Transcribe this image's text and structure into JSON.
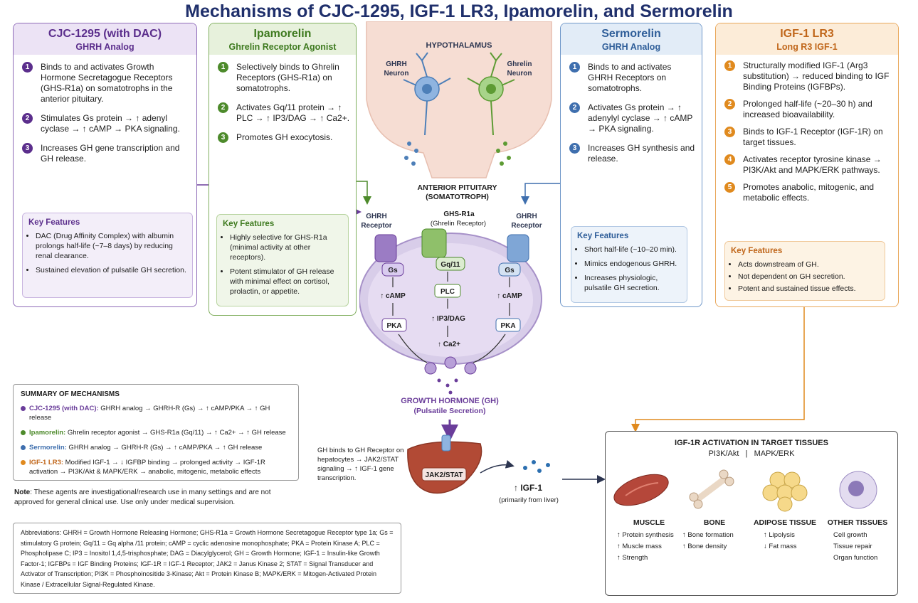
{
  "title": "Mechanisms of CJC-1295, IGF-1 LR3, Ipamorelin, and Sermorelin",
  "colors": {
    "cjc": "#6a3d9a",
    "ipa": "#4d8a2b",
    "ser": "#3f6fae",
    "igf": "#e08a1e"
  },
  "cjc": {
    "title": "CJC-1295 (with DAC)",
    "subtitle": "GHRH Analog",
    "steps": [
      {
        "n": "1",
        "text": "Binds to and activates Growth Hormone Secretagogue Receptors (GHS-R1a) on somatotrophs in the anterior pituitary."
      },
      {
        "n": "2",
        "text": "Stimulates Gs protein → ↑ adenyl cyclase → ↑ cAMP → PKA signaling."
      },
      {
        "n": "3",
        "text": "Increases GH gene transcription and GH release."
      }
    ],
    "key_title": "Key Features",
    "key": [
      "DAC (Drug Affinity Complex) with albumin prolongs half-life (~7–8 days) by reducing renal clearance.",
      "Sustained elevation of pulsatile GH secretion."
    ]
  },
  "ipa": {
    "title": "Ipamorelin",
    "subtitle": "Ghrelin Receptor Agonist",
    "steps": [
      {
        "n": "1",
        "text": "Selectively binds to Ghrelin Receptors (GHS-R1a) on somatotrophs."
      },
      {
        "n": "2",
        "text": "Activates Gq/11 protein → ↑ PLC → ↑ IP3/DAG → ↑ Ca2+."
      },
      {
        "n": "3",
        "text": "Promotes GH exocytosis."
      }
    ],
    "key_title": "Key Features",
    "key": [
      "Highly selective for GHS-R1a (minimal activity at other receptors).",
      "Potent stimulator of GH release with minimal effect on cortisol, prolactin, or appetite."
    ]
  },
  "ser": {
    "title": "Sermorelin",
    "subtitle": "GHRH Analog",
    "steps": [
      {
        "n": "1",
        "text": "Binds to and activates GHRH Receptors on somatotrophs."
      },
      {
        "n": "2",
        "text": "Activates Gs protein → ↑ adenylyl cyclase → ↑ cAMP → PKA signaling."
      },
      {
        "n": "3",
        "text": "Increases GH synthesis and release."
      }
    ],
    "key_title": "Key Features",
    "key": [
      "Short half-life (~10–20 min).",
      "Mimics endogenous GHRH.",
      "Increases physiologic, pulsatile GH secretion."
    ]
  },
  "igf": {
    "title": "IGF-1 LR3",
    "subtitle": "Long R3 IGF-1",
    "steps": [
      {
        "n": "1",
        "text": "Structurally modified IGF-1 (Arg3 substitution) → reduced binding to IGF Binding Proteins (IGFBPs)."
      },
      {
        "n": "2",
        "text": "Prolonged half-life (~20–30 h) and increased bioavailability."
      },
      {
        "n": "3",
        "text": "Binds to IGF-1 Receptor (IGF-1R) on target tissues."
      },
      {
        "n": "4",
        "text": "Activates receptor tyrosine kinase → PI3K/Akt and MAPK/ERK pathways."
      },
      {
        "n": "5",
        "text": "Promotes anabolic, mitogenic, and metabolic effects."
      }
    ],
    "key_title": "Key Features",
    "key": [
      "Acts downstream of GH.",
      "Not dependent on GH secretion.",
      "Potent and sustained tissue effects."
    ]
  },
  "center": {
    "hypothalamus": "HYPOTHALAMUS",
    "ghrh_neuron": "GHRH Neuron",
    "ghrelin_neuron": "Ghrelin Neuron",
    "pituitary": "ANTERIOR PITUITARY (SOMATOTROPH)",
    "ghsr": "GHS-R1a",
    "ghsr_sub": "(Ghrelin Receptor)",
    "ghrh_receptor": "GHRH Receptor",
    "gs": "Gs",
    "gq": "Gq/11",
    "camp": "↑ cAMP",
    "pka": "PKA",
    "plc": "PLC",
    "ip3": "↑ IP3/DAG",
    "ca": "↑ Ca2+",
    "gh": "GROWTH HORMONE (GH)",
    "gh_sub": "(Pulsatile Secretion)"
  },
  "liver": {
    "note": "GH binds to GH Receptor on hepatocytes → JAK2/STAT signaling → ↑ IGF-1 gene transcription.",
    "jak": "JAK2/STAT",
    "igf1": "↑ IGF-1",
    "igf1_sub": "(primarily from liver)"
  },
  "summary": {
    "title": "SUMMARY OF MECHANISMS",
    "rows": [
      {
        "name": "CJC-1295 (with DAC):",
        "text": " GHRH analog → GHRH-R (Gs) → ↑ cAMP/PKA → ↑ GH release"
      },
      {
        "name": "Ipamorelin:",
        "text": " Ghrelin receptor agonist → GHS-R1a (Gq/11) → ↑ Ca2+ → ↑ GH release"
      },
      {
        "name": "Sermorelin:",
        "text": " GHRH analog → GHRH-R (Gs) → ↑ cAMP/PKA → ↑ GH release"
      },
      {
        "name": "IGF-1 LR3:",
        "text": " Modified IGF-1 → ↓ IGFBP binding → prolonged activity → IGF-1R activation → PI3K/Akt & MAPK/ERK → anabolic, mitogenic, metabolic effects"
      }
    ]
  },
  "note": {
    "label": "Note",
    "text": ": These agents are investigational/research use in many settings and are not approved for general clinical use. Use only under medical supervision."
  },
  "abbrev": "Abbreviations: GHRH = Growth Hormone Releasing Hormone; GHS-R1a = Growth Hormone Secretagogue Receptor type 1a; Gs = stimulatory G protein; Gq/11 = Gq alpha /11 protein; cAMP = cyclic adenosine monophosphate; PKA = Protein Kinase A; PLC = Phospholipase C; IP3 = Inositol 1,4,5-trisphosphate; DAG = Diacylglycerol; GH = Growth Hormone; IGF-1 = Insulin-like Growth Factor-1; IGFBPs = IGF Binding Proteins; IGF-1R = IGF-1 Receptor; JAK2 = Janus Kinase 2; STAT = Signal Transducer and Activator of Transcription; PI3K = Phosphoinositide 3-Kinase; Akt = Protein Kinase B; MAPK/ERK = Mitogen-Activated Protein Kinase / Extracellular Signal-Regulated Kinase.",
  "tissues": {
    "title": "IGF-1R ACTIVATION IN TARGET TISSUES",
    "subtitle": "PI3K/Akt   |   MAPK/ERK",
    "items": [
      {
        "name": "MUSCLE",
        "effects": [
          "↑ Protein synthesis",
          "↑ Muscle mass",
          "↑ Strength"
        ]
      },
      {
        "name": "BONE",
        "effects": [
          "↑ Bone formation",
          "↑ Bone density"
        ]
      },
      {
        "name": "ADIPOSE TISSUE",
        "effects": [
          "↑ Lipolysis",
          "↓ Fat mass"
        ]
      },
      {
        "name": "OTHER TISSUES",
        "effects": [
          "Cell growth",
          "Tissue repair",
          "Organ function"
        ]
      }
    ]
  }
}
